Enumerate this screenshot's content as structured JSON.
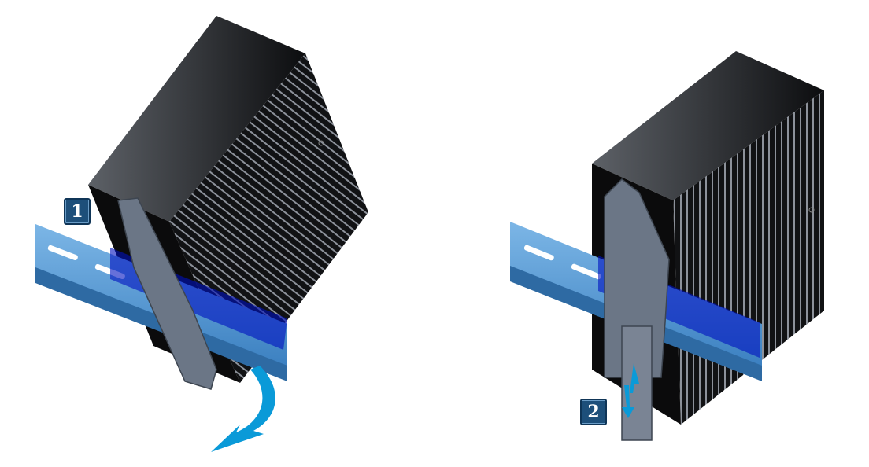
{
  "steps": [
    {
      "number": "1",
      "action": "tilt-device-off-rail"
    },
    {
      "number": "2",
      "action": "pull-latch-down"
    }
  ],
  "colors": {
    "rail": "#4a90cf",
    "rail_overlay": "#0010c0",
    "arrow": "#0a9ad8",
    "badge": "#1d4f7a",
    "device": "#1a1b1d",
    "bracket": "#6b7686"
  }
}
